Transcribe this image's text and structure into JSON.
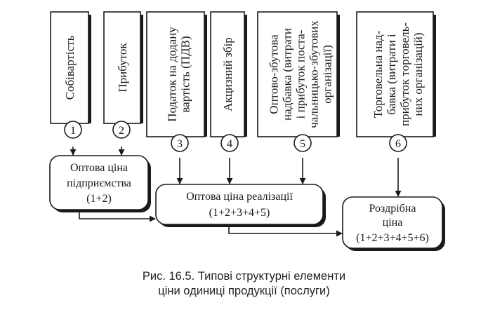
{
  "diagram": {
    "top_boxes": [
      {
        "lines": [
          "Собівартість"
        ],
        "number": "1"
      },
      {
        "lines": [
          "Прибуток"
        ],
        "number": "2"
      },
      {
        "lines": [
          "Податок на додану",
          "вартість (ПДВ)"
        ],
        "number": "3"
      },
      {
        "lines": [
          "Акцизний збір"
        ],
        "number": "4"
      },
      {
        "lines": [
          "Оптово-збутова",
          "надбавка (витрати",
          "і прибуток поста-",
          "чальницько-збутових",
          "організації)"
        ],
        "number": "5"
      },
      {
        "lines": [
          "Торговельна над-",
          "бавка (витрати і",
          "прибуток торговель-",
          "них організацій)"
        ],
        "number": "6"
      }
    ],
    "results": [
      {
        "lines": [
          "Оптова ціна",
          "підприємства",
          "(1+2)"
        ]
      },
      {
        "lines": [
          "Оптова ціна реалізації",
          "(1+2+3+4+5)"
        ]
      },
      {
        "lines": [
          "Роздрібна",
          "ціна",
          "(1+2+3+4+5+6)"
        ]
      }
    ]
  },
  "caption": {
    "line1": "Рис. 16.5. Типові структурні елементи",
    "line2": "ціни одиниці продукції (послуги)"
  }
}
